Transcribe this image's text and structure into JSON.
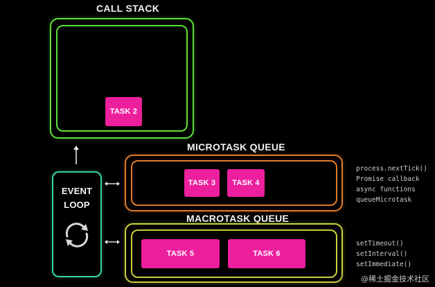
{
  "titles": {
    "call_stack": "CALL STACK",
    "microtask_queue": "MICROTASK QUEUE",
    "macrotask_queue": "MACROTASK QUEUE"
  },
  "event_loop": {
    "line1": "EVENT",
    "line2": "LOOP",
    "icon": "loop-arrows-icon"
  },
  "call_stack_tasks": [
    "TASK 2"
  ],
  "microtask_tasks": [
    "TASK 3",
    "TASK 4"
  ],
  "macrotask_tasks": [
    "TASK 5",
    "TASK 6"
  ],
  "microtask_apis": [
    "process.nextTick()",
    "Promise callback",
    "async functions",
    "queueMicrotask"
  ],
  "macrotask_apis": [
    "setTimeout()",
    "setInterval()",
    "setImmediate()"
  ],
  "arrows": {
    "up": "up-arrow-icon",
    "micro_link": "double-arrow-icon",
    "macro_link": "double-arrow-icon"
  },
  "watermark": "@稀土掘金技术社区",
  "colors": {
    "call_stack": "#5fe03a",
    "microtask": "#e07b2a",
    "macrotask": "#c9d13c",
    "event_loop": "#36d6a6",
    "task": "#ec1f9d"
  }
}
